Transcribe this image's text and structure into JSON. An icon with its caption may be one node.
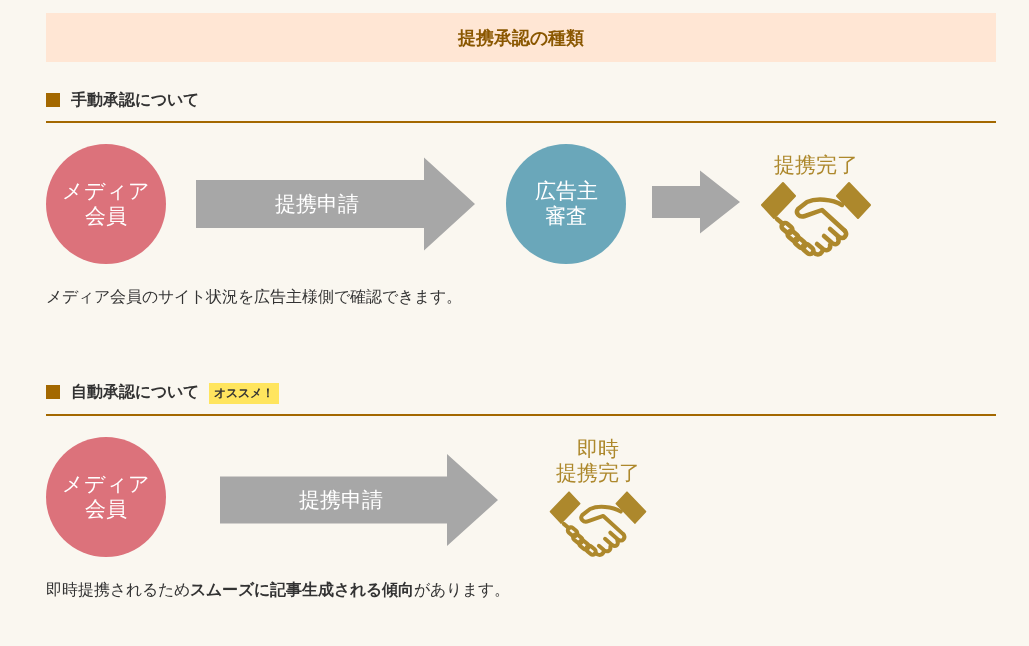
{
  "diagram": {
    "title": "提携承認の種類",
    "nodes": [
      {
        "text": [
          "メディア会員"
        ]
      },
      {
        "text": [
          "広告主審査"
        ]
      },
      {
        "text": [
          "提携完了"
        ]
      },
      {
        "text": [
          "オススメ！"
        ]
      },
      {
        "text": [
          "メディア会員"
        ]
      },
      {
        "text": [
          "即時提携完了"
        ]
      }
    ],
    "edges": [
      {
        "from": 0,
        "to": 1,
        "arrow": "to",
        "label": "提携申請"
      },
      {
        "from": 1,
        "to": 2,
        "arrow": "to"
      },
      {
        "from": 4,
        "to": 5,
        "arrow": "to",
        "label": "提携申請"
      }
    ],
    "labels": [
      "手動承認について",
      "メディア会員のサイト状況を広告主様側で確認できます。",
      "自動承認について",
      "即時提携されるため**スムーズに記事生成される傾向**があります。"
    ]
  }
}
